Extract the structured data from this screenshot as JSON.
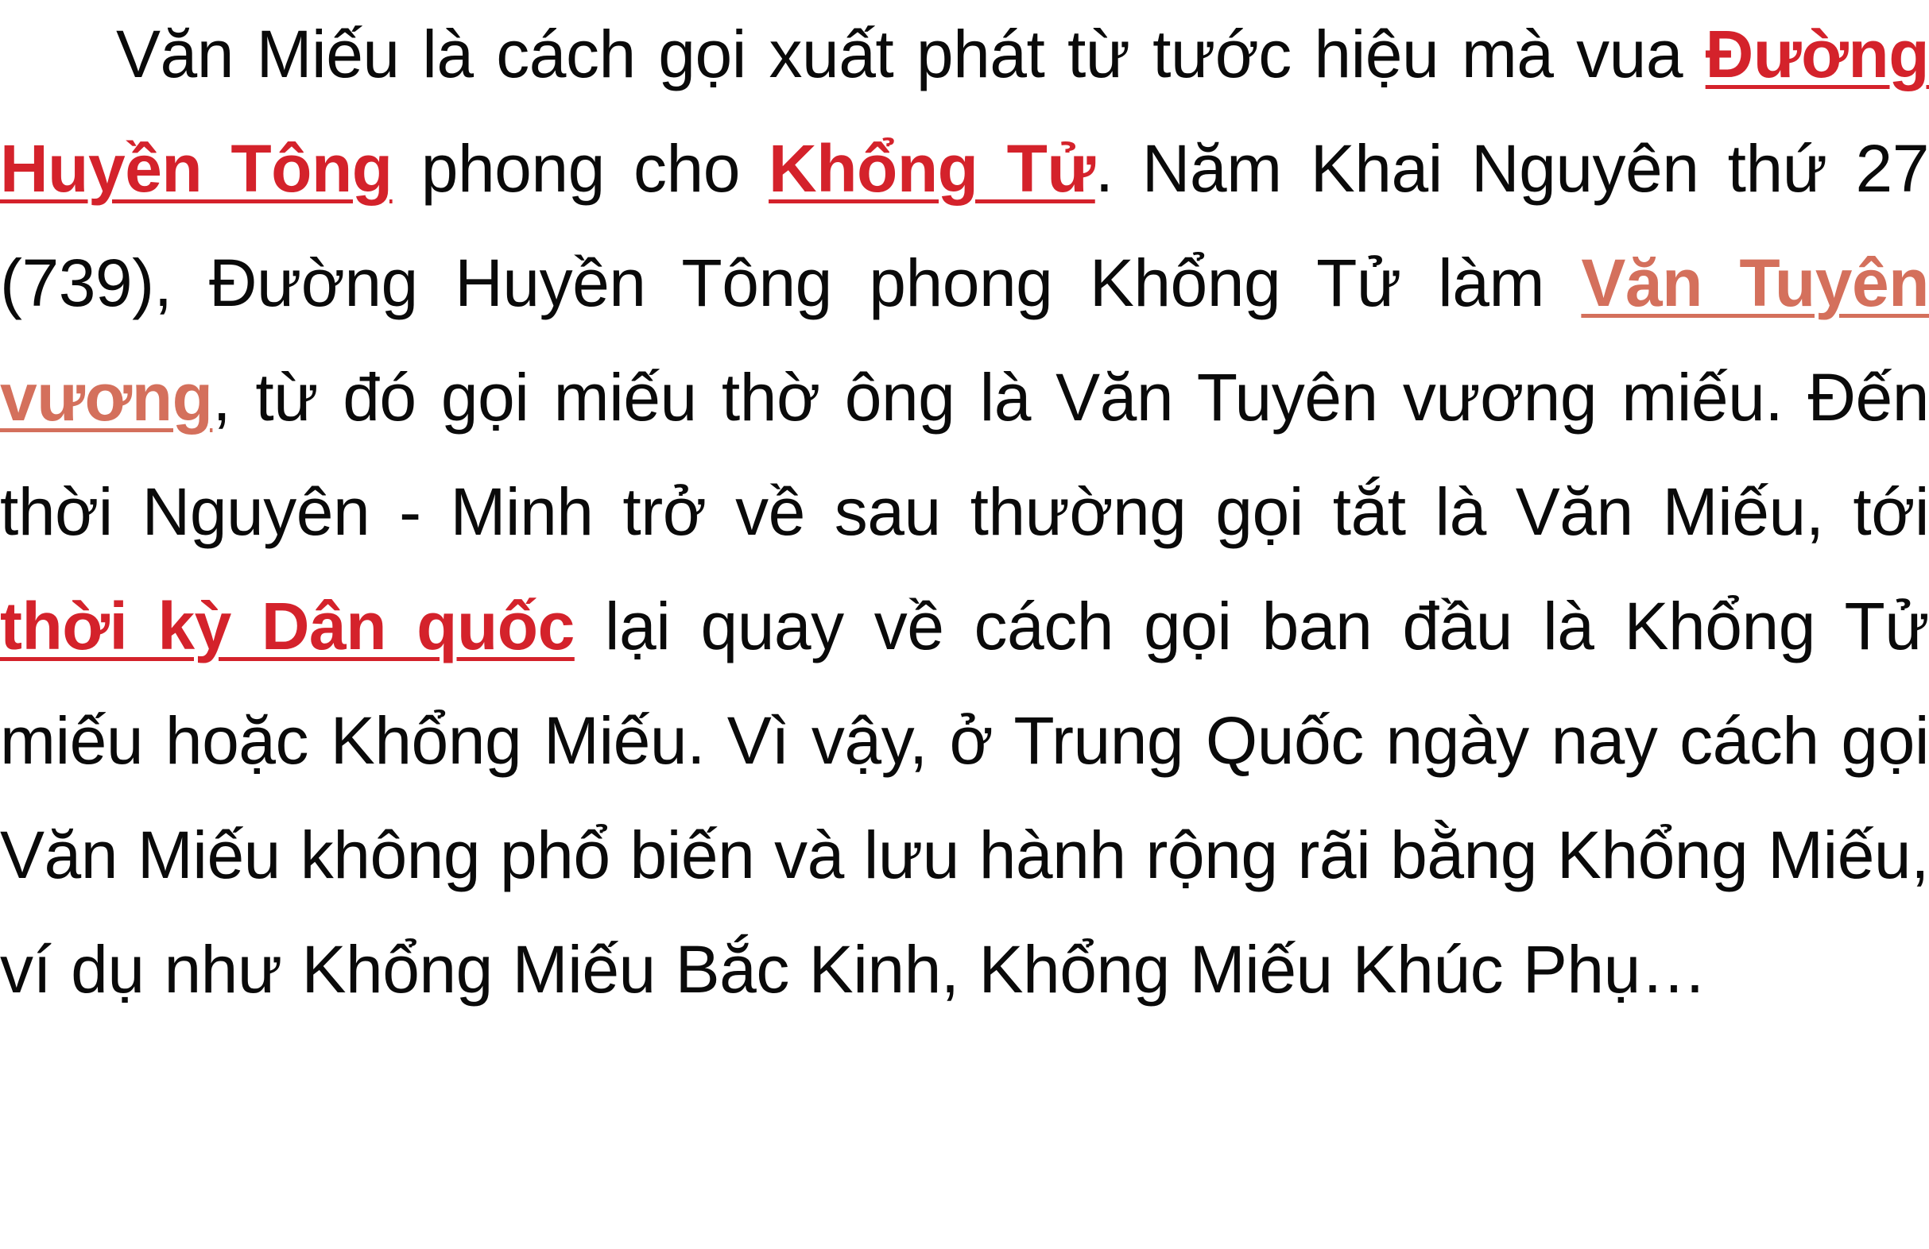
{
  "document": {
    "colors": {
      "text": "#0a0a0a",
      "link_primary": "#d4222b",
      "link_secondary": "#d4705c",
      "background": "#ffffff"
    },
    "paragraph": {
      "segments": [
        {
          "type": "text",
          "text": "Văn Miếu là cách gọi xuất phát từ tước hiệu mà vua "
        },
        {
          "type": "link",
          "style": "red",
          "text": "Đường Huyền Tông"
        },
        {
          "type": "text",
          "text": " phong cho "
        },
        {
          "type": "link",
          "style": "red",
          "text": "Khổng Tử"
        },
        {
          "type": "text",
          "text": ". Năm Khai Nguyên thứ 27 (739), Đường Huyền Tông phong Khổng Tử làm "
        },
        {
          "type": "link",
          "style": "salmon",
          "text": "Văn Tuyên vương"
        },
        {
          "type": "text",
          "text": ", từ đó gọi miếu thờ ông là Văn Tuyên vương miếu. Đến thời Nguyên - Minh trở về sau thường gọi tắt là Văn Miếu, tới "
        },
        {
          "type": "link",
          "style": "red",
          "text": "thời kỳ Dân quốc"
        },
        {
          "type": "text",
          "text": " lại quay về cách gọi ban đầu là Khổng Tử miếu hoặc Khổng Miếu. Vì vậy, ở Trung Quốc ngày nay cách gọi Văn Miếu không phổ biến và lưu hành rộng rãi bằng Khổng Miếu, ví dụ như Khổng Miếu Bắc Kinh, Khổng Miếu Khúc Phụ…"
        }
      ]
    }
  }
}
